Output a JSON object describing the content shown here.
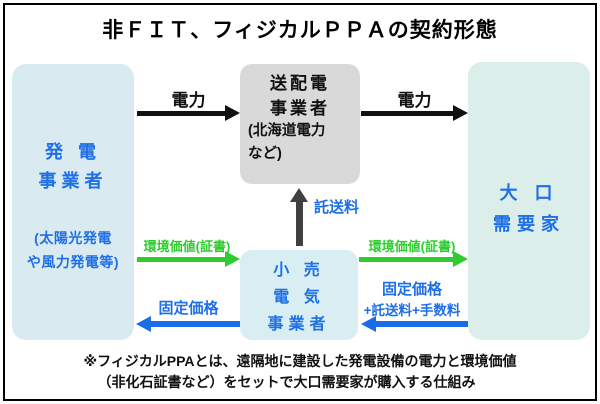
{
  "title": "非ＦＩＴ、フィジカルＰＰＡの契約形態",
  "boxes": {
    "generator": {
      "line1": "発 電",
      "line2": "事業者",
      "sub_line1": "(太陽光発電",
      "sub_line2": "や風力発電等)"
    },
    "transmission": {
      "line1": "送配電",
      "line2": "事業者",
      "sub_line1": "(北海道電力",
      "sub_line2": "など)"
    },
    "consumer": {
      "line1": "大 口",
      "line2": "需要家"
    },
    "retail": {
      "line1": "小 売",
      "line2": "電 気",
      "line3": "事業者"
    }
  },
  "flows": {
    "power_left": "電力",
    "power_right": "電力",
    "wheeling_fee": "託送料",
    "env_value_left": "環境価値(証書)",
    "env_value_right": "環境価値(証書)",
    "fixed_price_left": "固定価格",
    "fixed_price_right_line1": "固定価格",
    "fixed_price_right_line2": "+託送料+手数料"
  },
  "footnote": {
    "line1": "※フィジカルPPAとは、遠隔地に建設した発電設備の電力と環境価値",
    "line2": "（非化石証書など）をセットで大口需要家が購入する仕組み"
  },
  "colors": {
    "box_fill_blue": "#d9eaf0",
    "box_fill_green": "#dceee9",
    "box_fill_retail": "#d8eef3",
    "box_fill_gray": "#d9d9d9",
    "text_blue": "#1e6fe8",
    "arrow_black": "#111111",
    "arrow_gray": "#404040",
    "arrow_green": "#2ecc2e",
    "arrow_blue": "#1b6ce8"
  }
}
